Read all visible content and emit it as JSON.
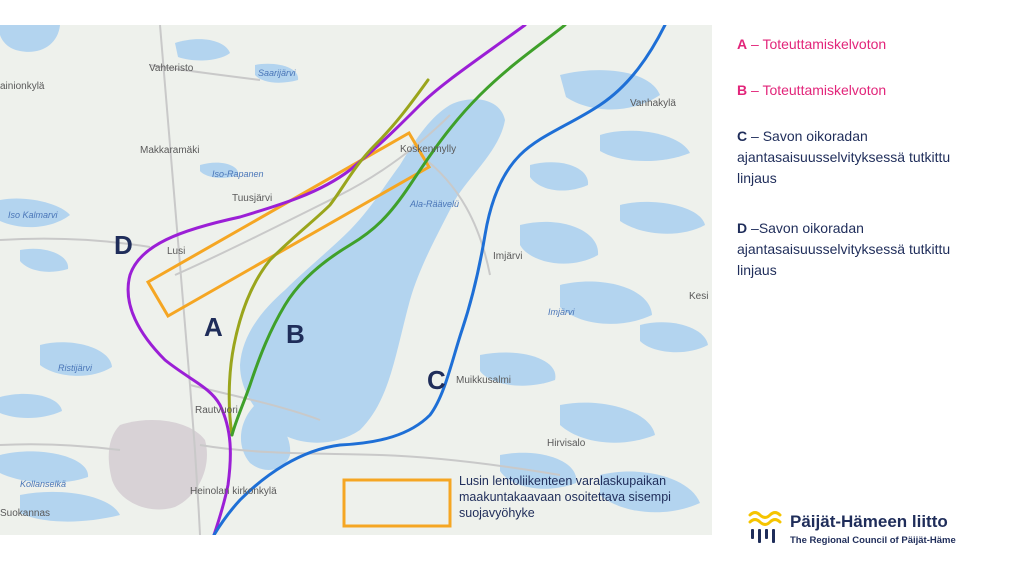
{
  "legend": {
    "a": {
      "key": "A",
      "sep": " – ",
      "text": "Toteuttamiskelvoton",
      "color": "#e2257a"
    },
    "b": {
      "key": "B",
      "sep": " – ",
      "text": "Toteuttamiskelvoton",
      "color": "#e2257a"
    },
    "c": {
      "key": "C",
      "sep": " – ",
      "text": "Savon oikoradan ajantasaisuusselvityksessä tutkittu linjaus",
      "color": "#1f2d5a"
    },
    "d": {
      "key": "D",
      "sep": " –",
      "text": "Savon oikoradan ajantasaisuusselvityksessä tutkittu linjaus",
      "color": "#1f2d5a"
    }
  },
  "map": {
    "route_labels": {
      "a": "A",
      "b": "B",
      "c": "C",
      "d": "D"
    },
    "route_colors": {
      "a": "#9aa51c",
      "b": "#3fa02a",
      "c": "#1e6fd6",
      "d": "#9b1fd6"
    },
    "zone_color": "#f5a623",
    "note": "Lusin lentoliikenteen varalaskupaikan maakuntakaavaan osoitettava sisempi suojavyöhyke",
    "places": {
      "vahteristo": "Vahteristo",
      "ainionkyla": "ainionkylä",
      "makkaramaki": "Makkaramäki",
      "koskenmylly": "Koskenmylly",
      "vanhakyla": "Vanhakylä",
      "tuusjarvi": "Tuusjärvi",
      "lusi": "Lusi",
      "imjarvi": "Imjärvi",
      "kesi": "Kesi",
      "muikkusalmi": "Muikkusalmi",
      "rautvuori": "Rautvuori",
      "hirvisalo": "Hirvisalo",
      "heinolan_kirkonkyla": "Heinolan kirkonkylä",
      "suokannas": "Suokannas"
    },
    "water": {
      "saarijarvi": "Saarijärvi",
      "iso_rapanen": "Iso-Rapanen",
      "iso_kalmarvi": "Iso Kalmarvi",
      "ala_raavelu": "Ala-Räävelü",
      "imjarvi": "Imjärvi",
      "ristijarvi": "Ristijärvi",
      "kollanselka": "Kollanselkä"
    }
  },
  "logo": {
    "name": "Päijät-Hämeen liitto",
    "subtitle": "The Regional Council of Päijät-Häme",
    "wave_color": "#f5c400",
    "text_color": "#1f2d5a"
  }
}
